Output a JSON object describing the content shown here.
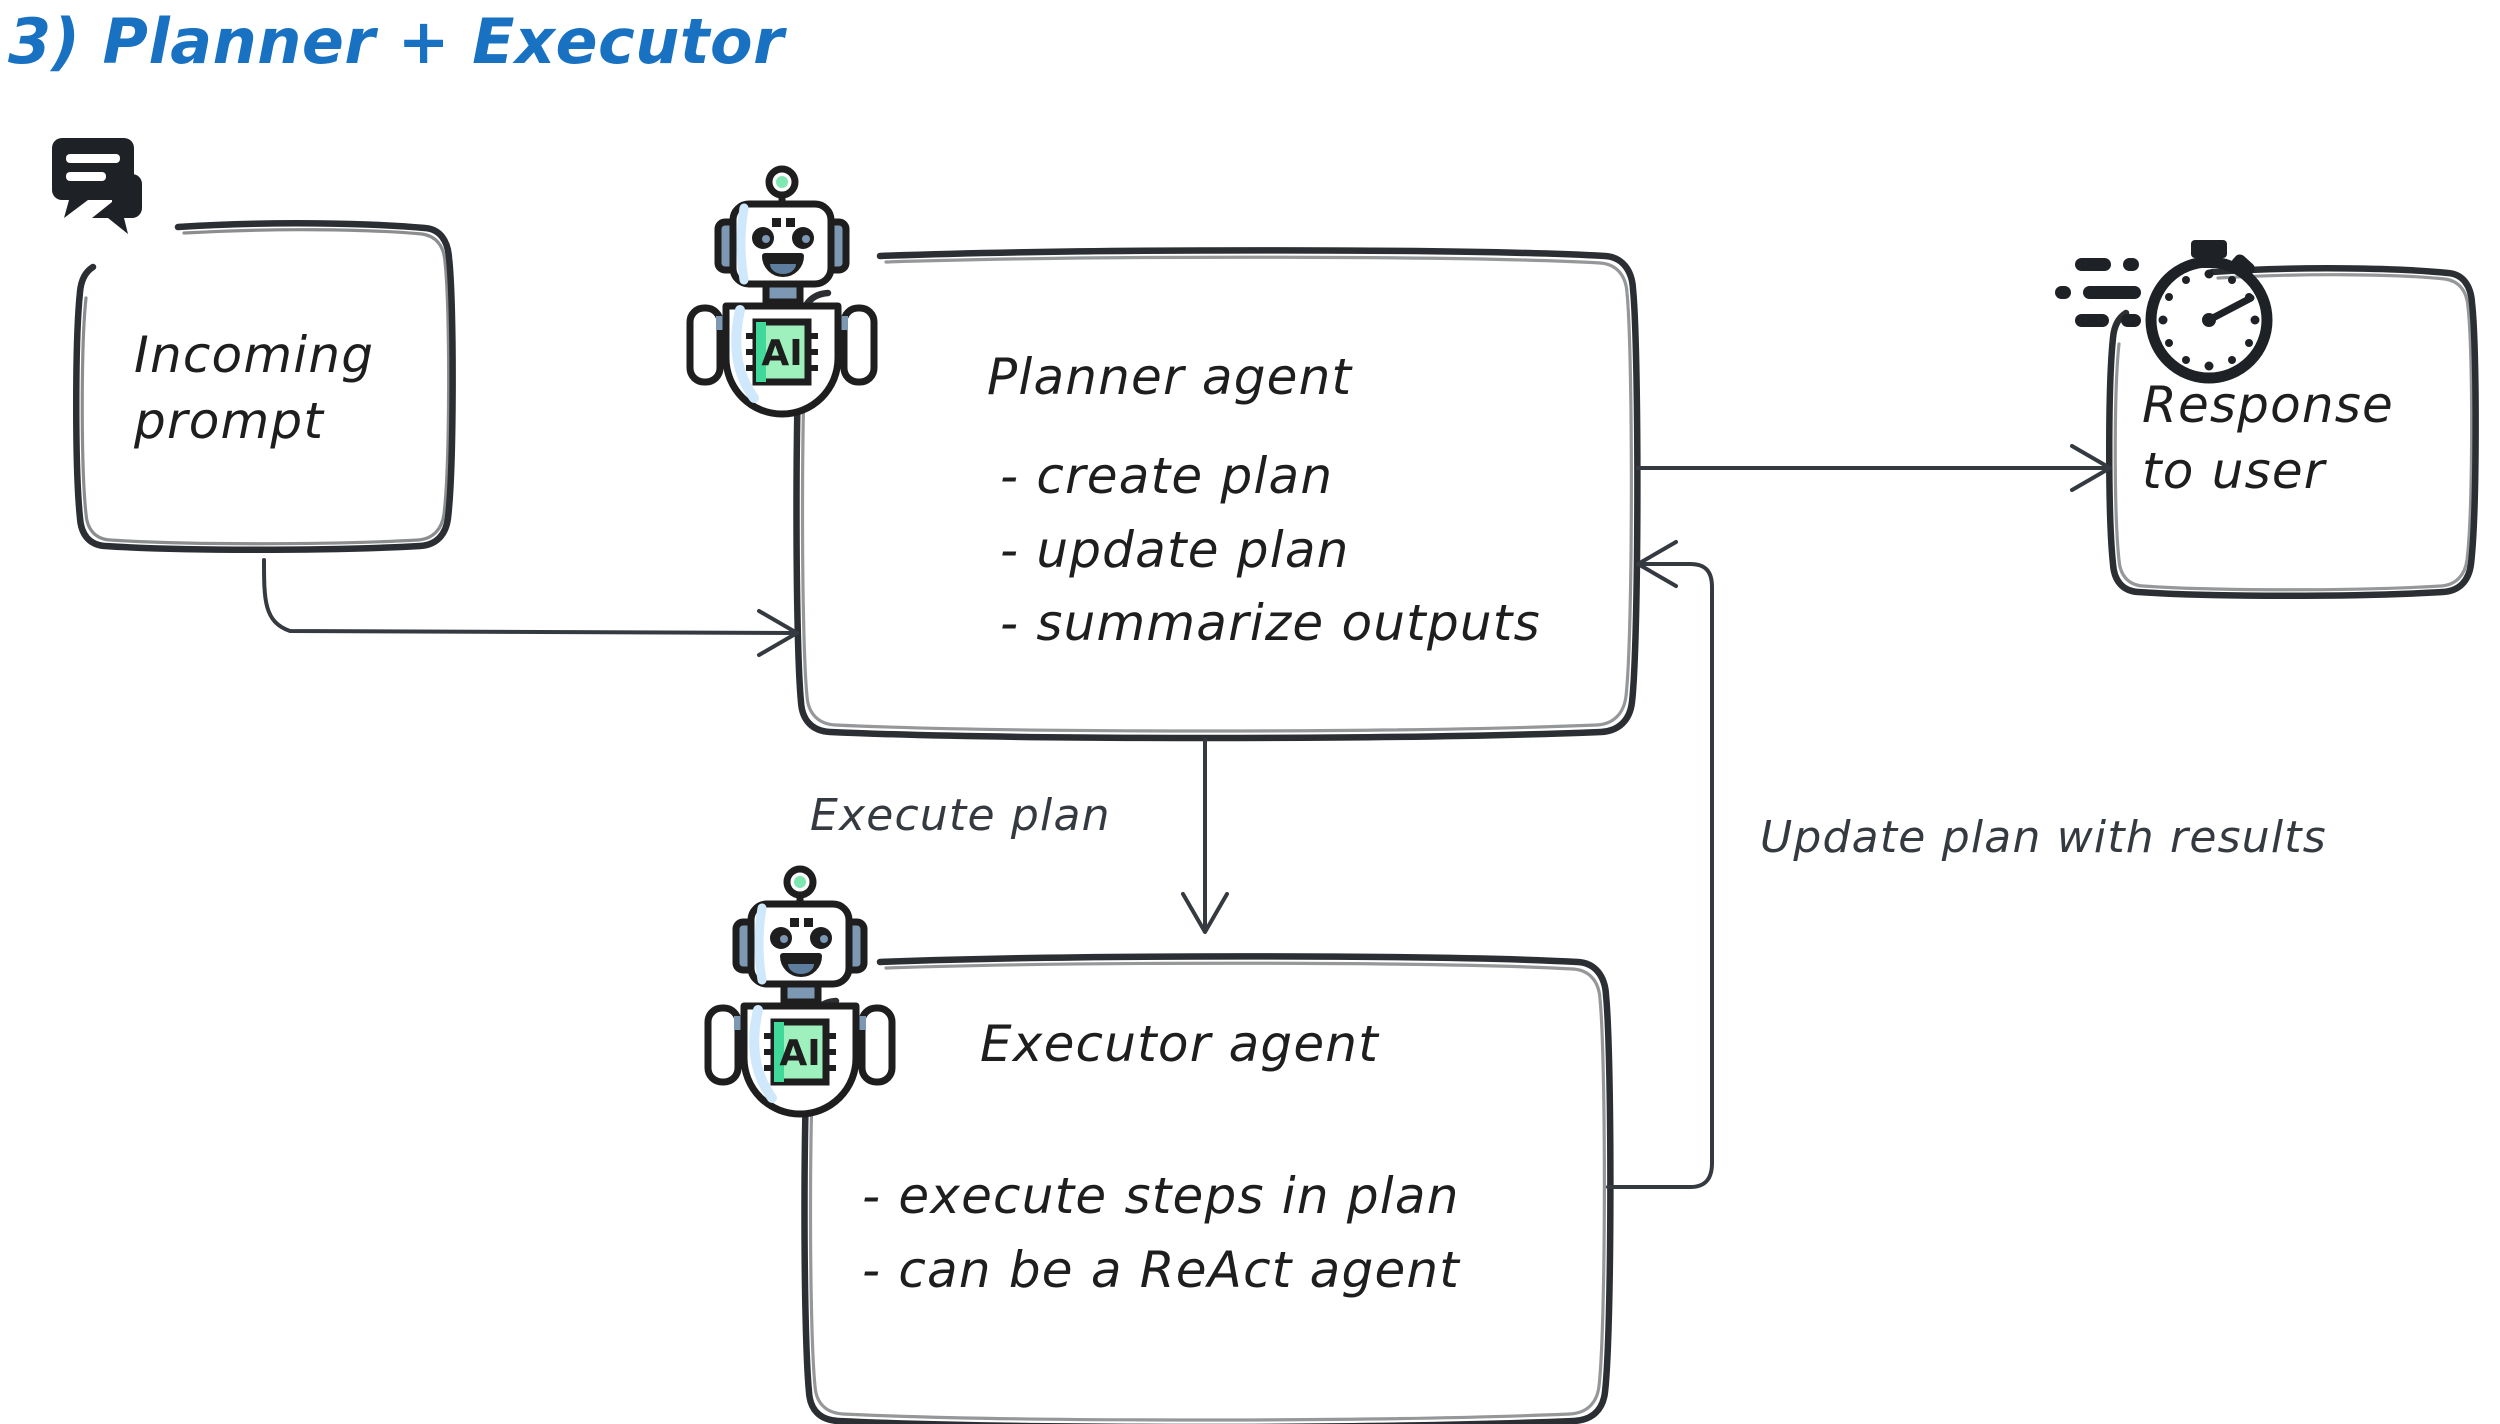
{
  "title": "3) Planner + Executor",
  "colors": {
    "title_blue": "#1971c2",
    "stroke_dark": "#1e1e1e",
    "edge_gray": "#343a40",
    "robot_green": "#96f2b8",
    "robot_green_dark": "#40d999",
    "robot_blue_gray": "#7d98b3",
    "robot_light_blue": "#cfe8fb",
    "background": "#ffffff"
  },
  "nodes": [
    {
      "id": "incoming-prompt",
      "icon": "chat-bubbles-icon",
      "label": "Incoming\nprompt"
    },
    {
      "id": "planner-agent",
      "icon": "ai-robot-icon",
      "title": "Planner agent",
      "bullets": [
        "- create plan",
        "- update plan",
        "- summarize outputs"
      ],
      "bullets_text": "- create plan\n- update plan\n- summarize outputs"
    },
    {
      "id": "executor-agent",
      "icon": "ai-robot-icon",
      "title": "Executor agent",
      "bullets": [
        "- execute steps in plan",
        "- can be a ReAct agent"
      ],
      "bullets_text": "- execute steps in plan\n- can be a ReAct agent"
    },
    {
      "id": "response-to-user",
      "icon": "fast-stopwatch-icon",
      "label": "Response\nto user"
    }
  ],
  "edges": [
    {
      "id": "prompt-to-planner",
      "from": "incoming-prompt",
      "to": "planner-agent",
      "label": ""
    },
    {
      "id": "planner-to-response",
      "from": "planner-agent",
      "to": "response-to-user",
      "label": ""
    },
    {
      "id": "planner-to-executor",
      "from": "planner-agent",
      "to": "executor-agent",
      "label": "Execute plan"
    },
    {
      "id": "executor-to-planner",
      "from": "executor-agent",
      "to": "planner-agent",
      "label": "Update plan with results"
    }
  ],
  "robot": {
    "chip_label": "AI"
  }
}
